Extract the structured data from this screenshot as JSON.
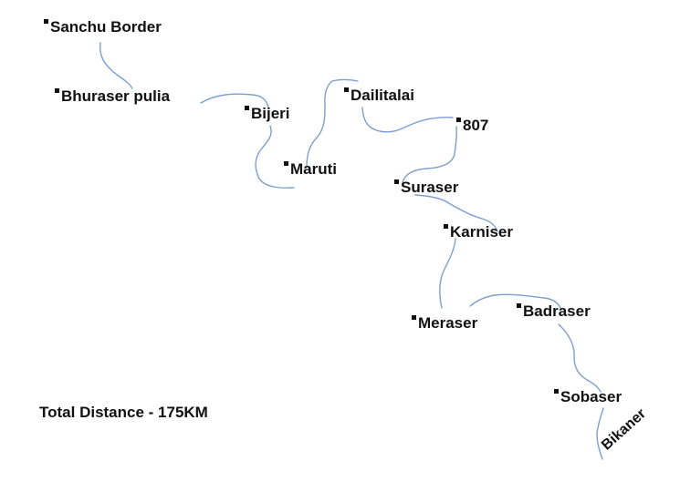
{
  "route": {
    "stops": [
      {
        "label": "Sanchu Border"
      },
      {
        "label": "Bhuraser pulia"
      },
      {
        "label": "Bijeri"
      },
      {
        "label": "Maruti"
      },
      {
        "label": "Dailitalai"
      },
      {
        "label": "807"
      },
      {
        "label": "Suraser"
      },
      {
        "label": "Karniser"
      },
      {
        "label": "Meraser"
      },
      {
        "label": "Badraser"
      },
      {
        "label": "Sobaser"
      }
    ],
    "end_label": "Bikaner",
    "line_color": "#7d9fce"
  },
  "summary": {
    "total_distance": "Total Distance - 175KM"
  }
}
